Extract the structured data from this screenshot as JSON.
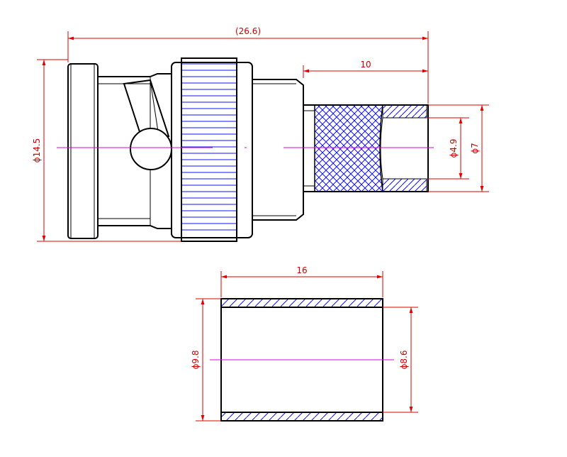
{
  "top_view": {
    "overall_length": "(26.6)",
    "crimp_length": "10",
    "body_diameter": "ϕ14.5",
    "inner_diameter": "ϕ4.9",
    "outer_diameter": "ϕ7"
  },
  "sleeve_view": {
    "length": "16",
    "outer_diameter": "ϕ9.8",
    "inner_diameter": "ϕ8.6"
  },
  "colors": {
    "outline": "#000000",
    "dimension": "#e00000",
    "centerline": "#e000e0",
    "hatch": "#1010ff"
  }
}
